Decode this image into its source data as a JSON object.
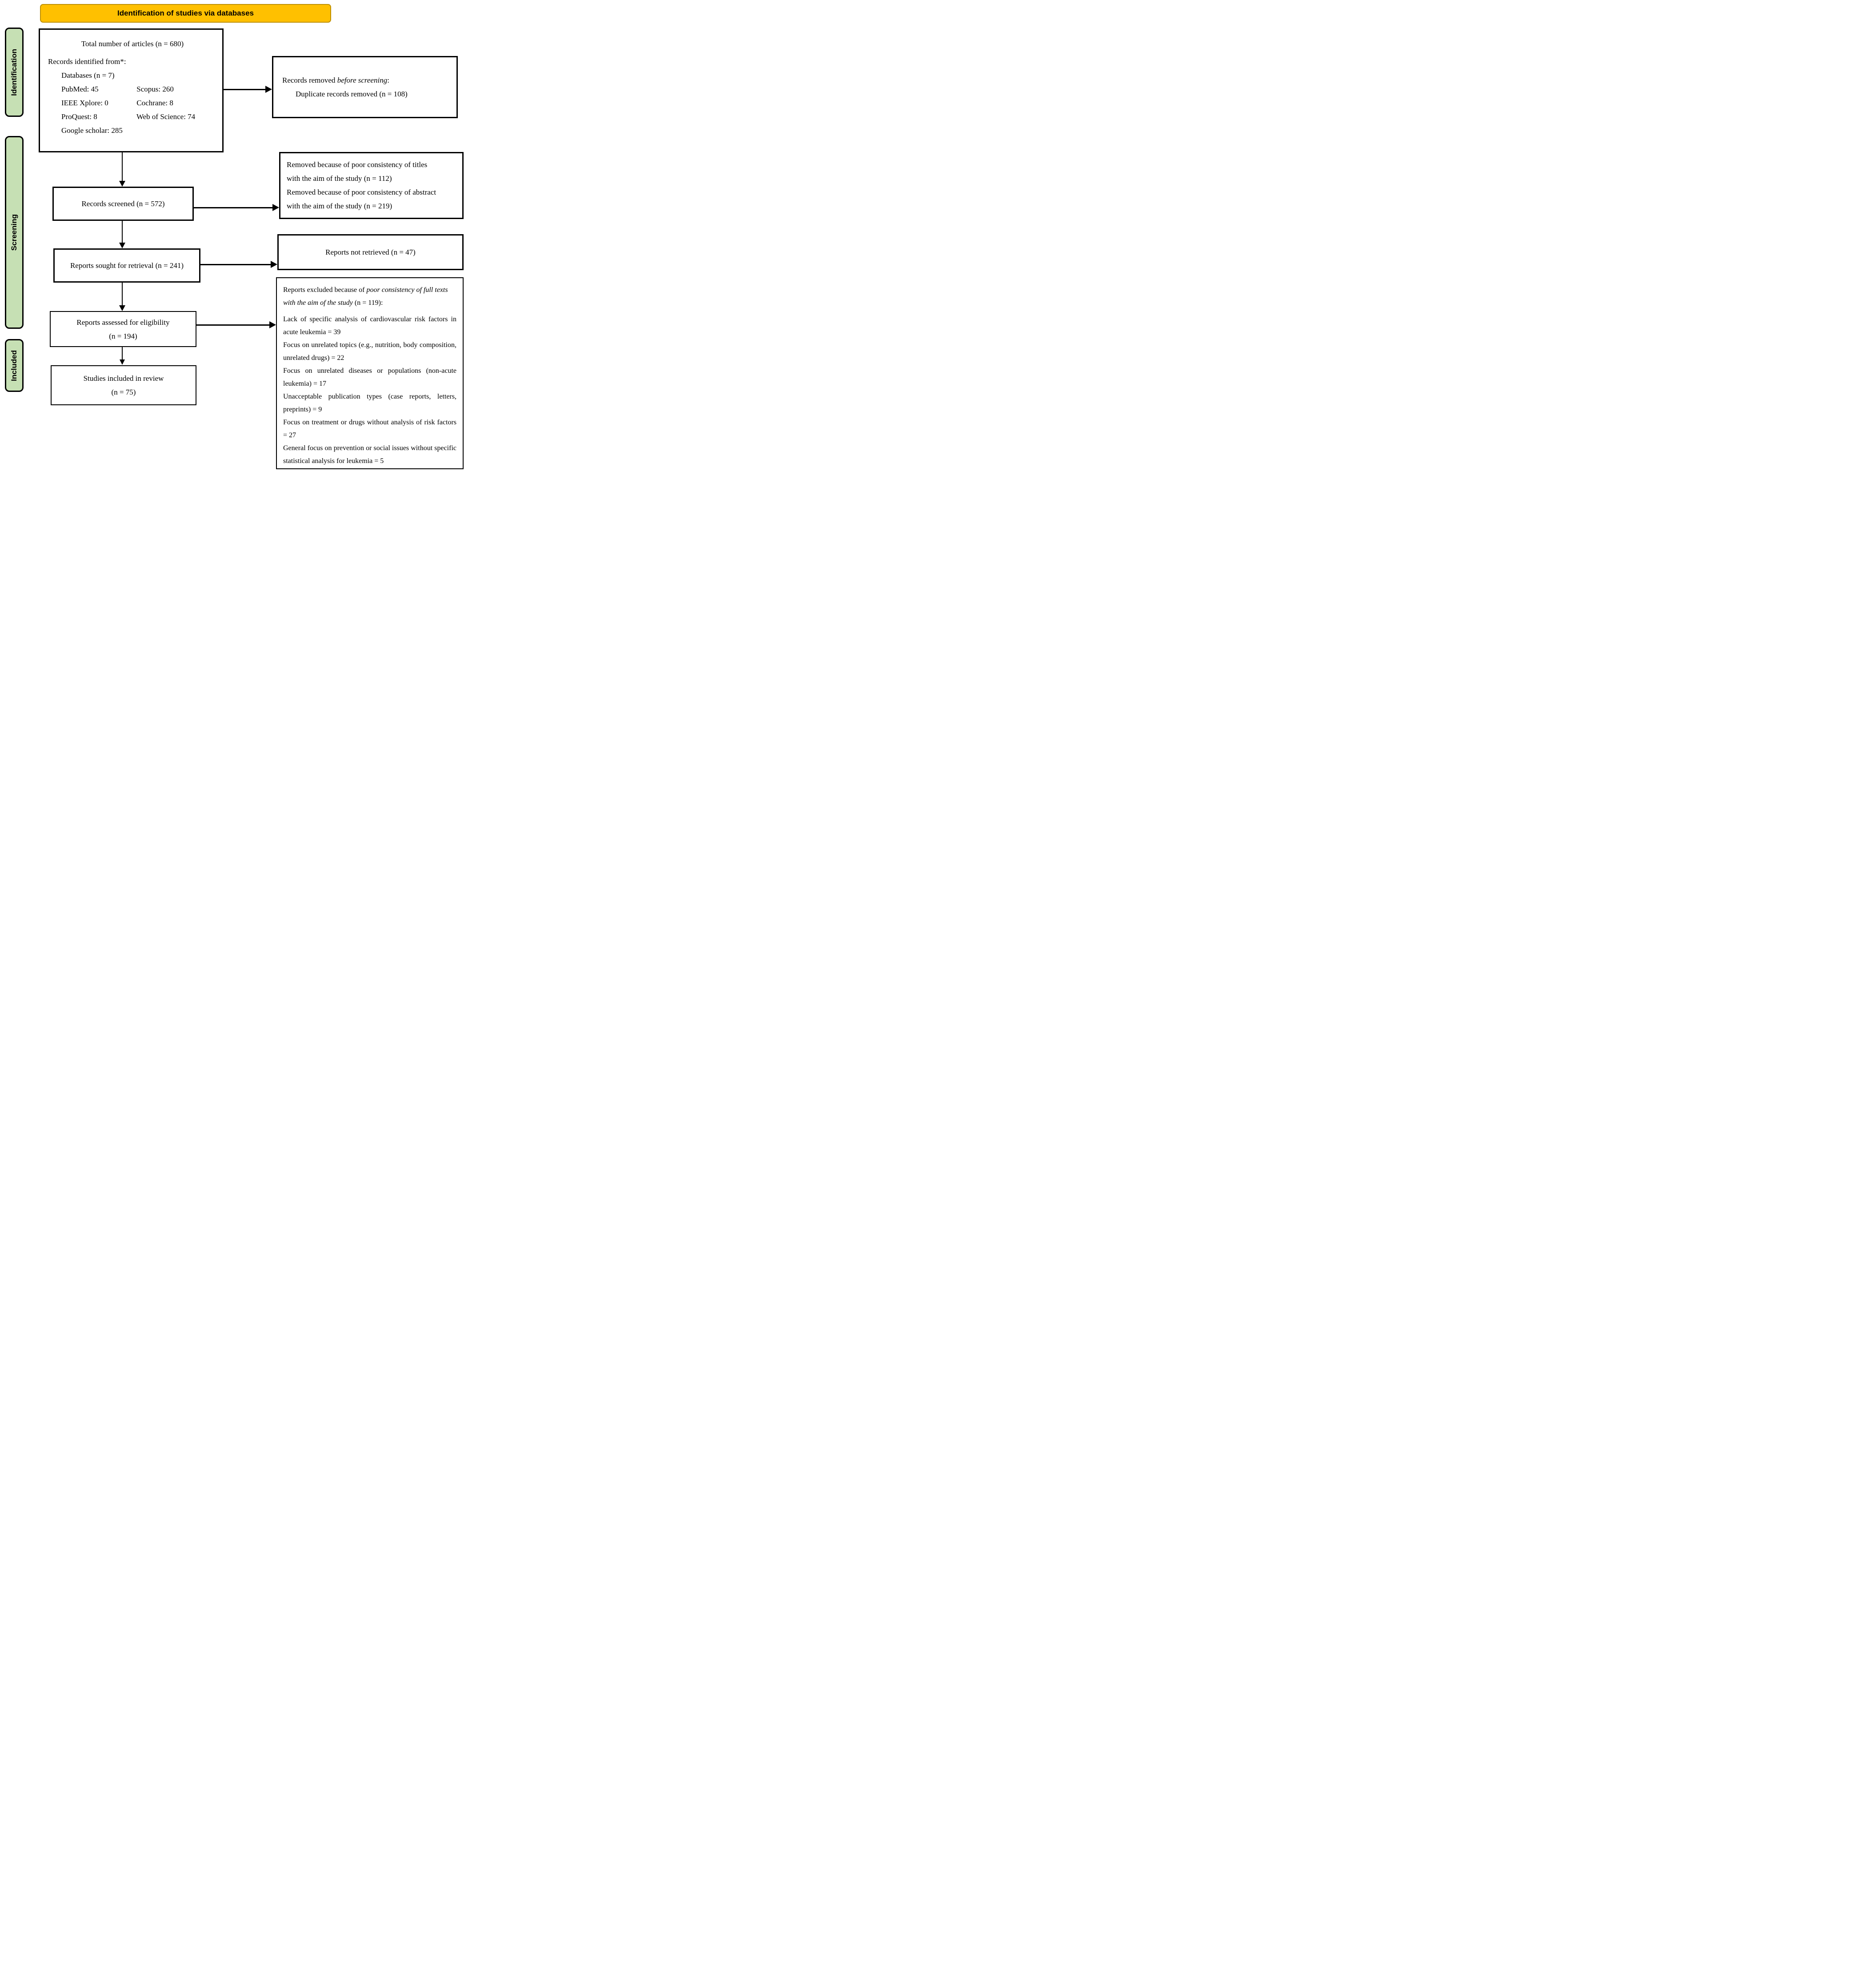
{
  "banner": {
    "label": "Identification of studies via databases"
  },
  "stages": {
    "identification": "Identification",
    "screening": "Screening",
    "included": "Included"
  },
  "colors": {
    "banner_bg": "#FFC000",
    "banner_border": "#BF9000",
    "stage_bg": "#C6E0B4",
    "box_border": "#000000",
    "arrow": "#000000"
  },
  "identification_box": {
    "title": "Total number of articles (n = 680)",
    "source_heading": "Records identified from*:",
    "databases": "Databases (n = 7)",
    "rows": [
      {
        "left": "PubMed: 45",
        "right": "Scopus: 260"
      },
      {
        "left": "IEEE Xplore: 0",
        "right": "Cochrane: 8"
      },
      {
        "left": "ProQuest: 8",
        "right": "Web of Science: 74"
      }
    ],
    "footer": "Google scholar: 285"
  },
  "records_removed_box": {
    "prefix": "Records removed ",
    "italic": "before screening",
    "suffix": ":",
    "detail": "Duplicate records removed (n = 108)"
  },
  "records_screened_box": {
    "label": "Records screened (n = 572)"
  },
  "title_abstract_box": {
    "lines": [
      "Removed because of poor consistency of titles",
      "with the aim of the study (n = 112)",
      "Removed because of poor consistency of abstract",
      "with the aim of the study (n = 219)"
    ]
  },
  "reports_sought_box": {
    "label": "Reports sought for retrieval (n = 241)"
  },
  "reports_not_retrieved_box": {
    "label": "Reports not retrieved (n = 47)"
  },
  "reports_assessed_box": {
    "line1": "Reports assessed for eligibility",
    "line2": "(n = 194)"
  },
  "reports_excluded_box": {
    "title_prefix": "Reports excluded because of ",
    "title_italic": "poor consistency of full texts with the aim of the study",
    "title_suffix": " (n = 119):",
    "reasons": [
      "Lack of specific analysis of cardiovascular risk factors in acute leukemia = 39",
      "Focus on unrelated topics (e.g., nutrition, body composition, unrelated drugs) = 22",
      "Focus on unrelated diseases or populations (non-acute leukemia) = 17",
      "Unacceptable publication types (case reports, letters, preprints) = 9",
      "Focus on treatment or drugs without analysis of risk factors = 27",
      "General focus on prevention or social issues without specific statistical analysis for leukemia = 5"
    ]
  },
  "included_box": {
    "line1": "Studies included in review",
    "line2": "(n = 75)"
  }
}
